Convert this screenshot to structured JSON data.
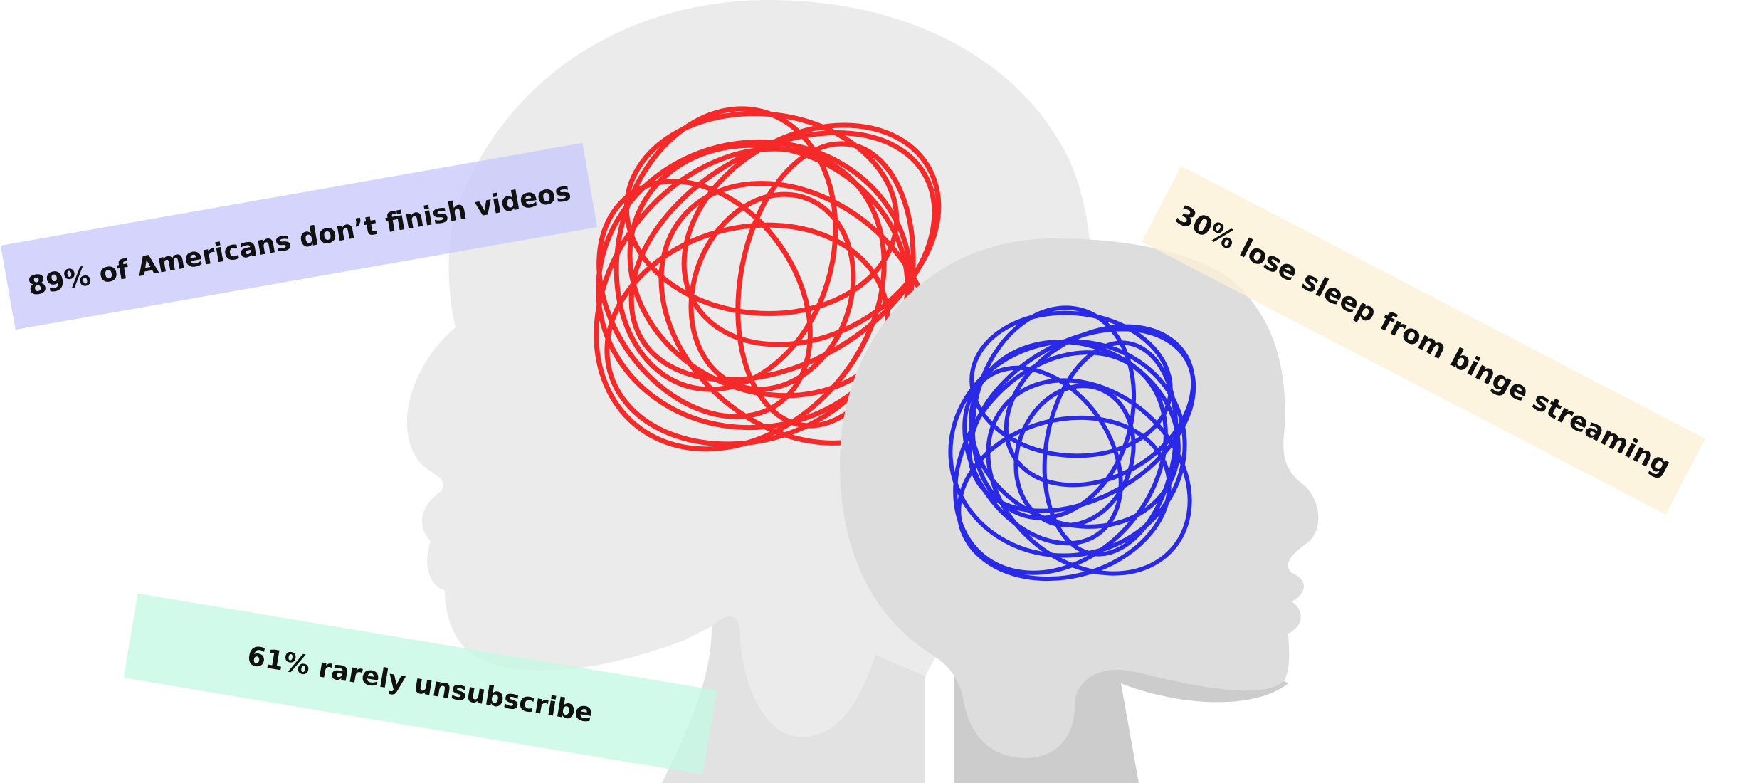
{
  "stats": [
    {
      "id": "americans",
      "text": "89% of Americans don’t finish videos",
      "color": "#c9c8fb"
    },
    {
      "id": "sleep",
      "text": "30% lose sleep from binge streaming",
      "color": "#fdf1d6"
    },
    {
      "id": "unsubscribe",
      "text": "61% rarely unsubscribe",
      "color": "#c5f8e5"
    }
  ],
  "heads": {
    "left_color": "#ebebeb",
    "left_scribble_color": "#f42a2a",
    "right_color": "#dddddd",
    "right_neck_color": "#cccccc",
    "right_scribble_color": "#2a2ae6"
  },
  "icons": [
    "head-silhouette-icon",
    "scribble-icon"
  ]
}
